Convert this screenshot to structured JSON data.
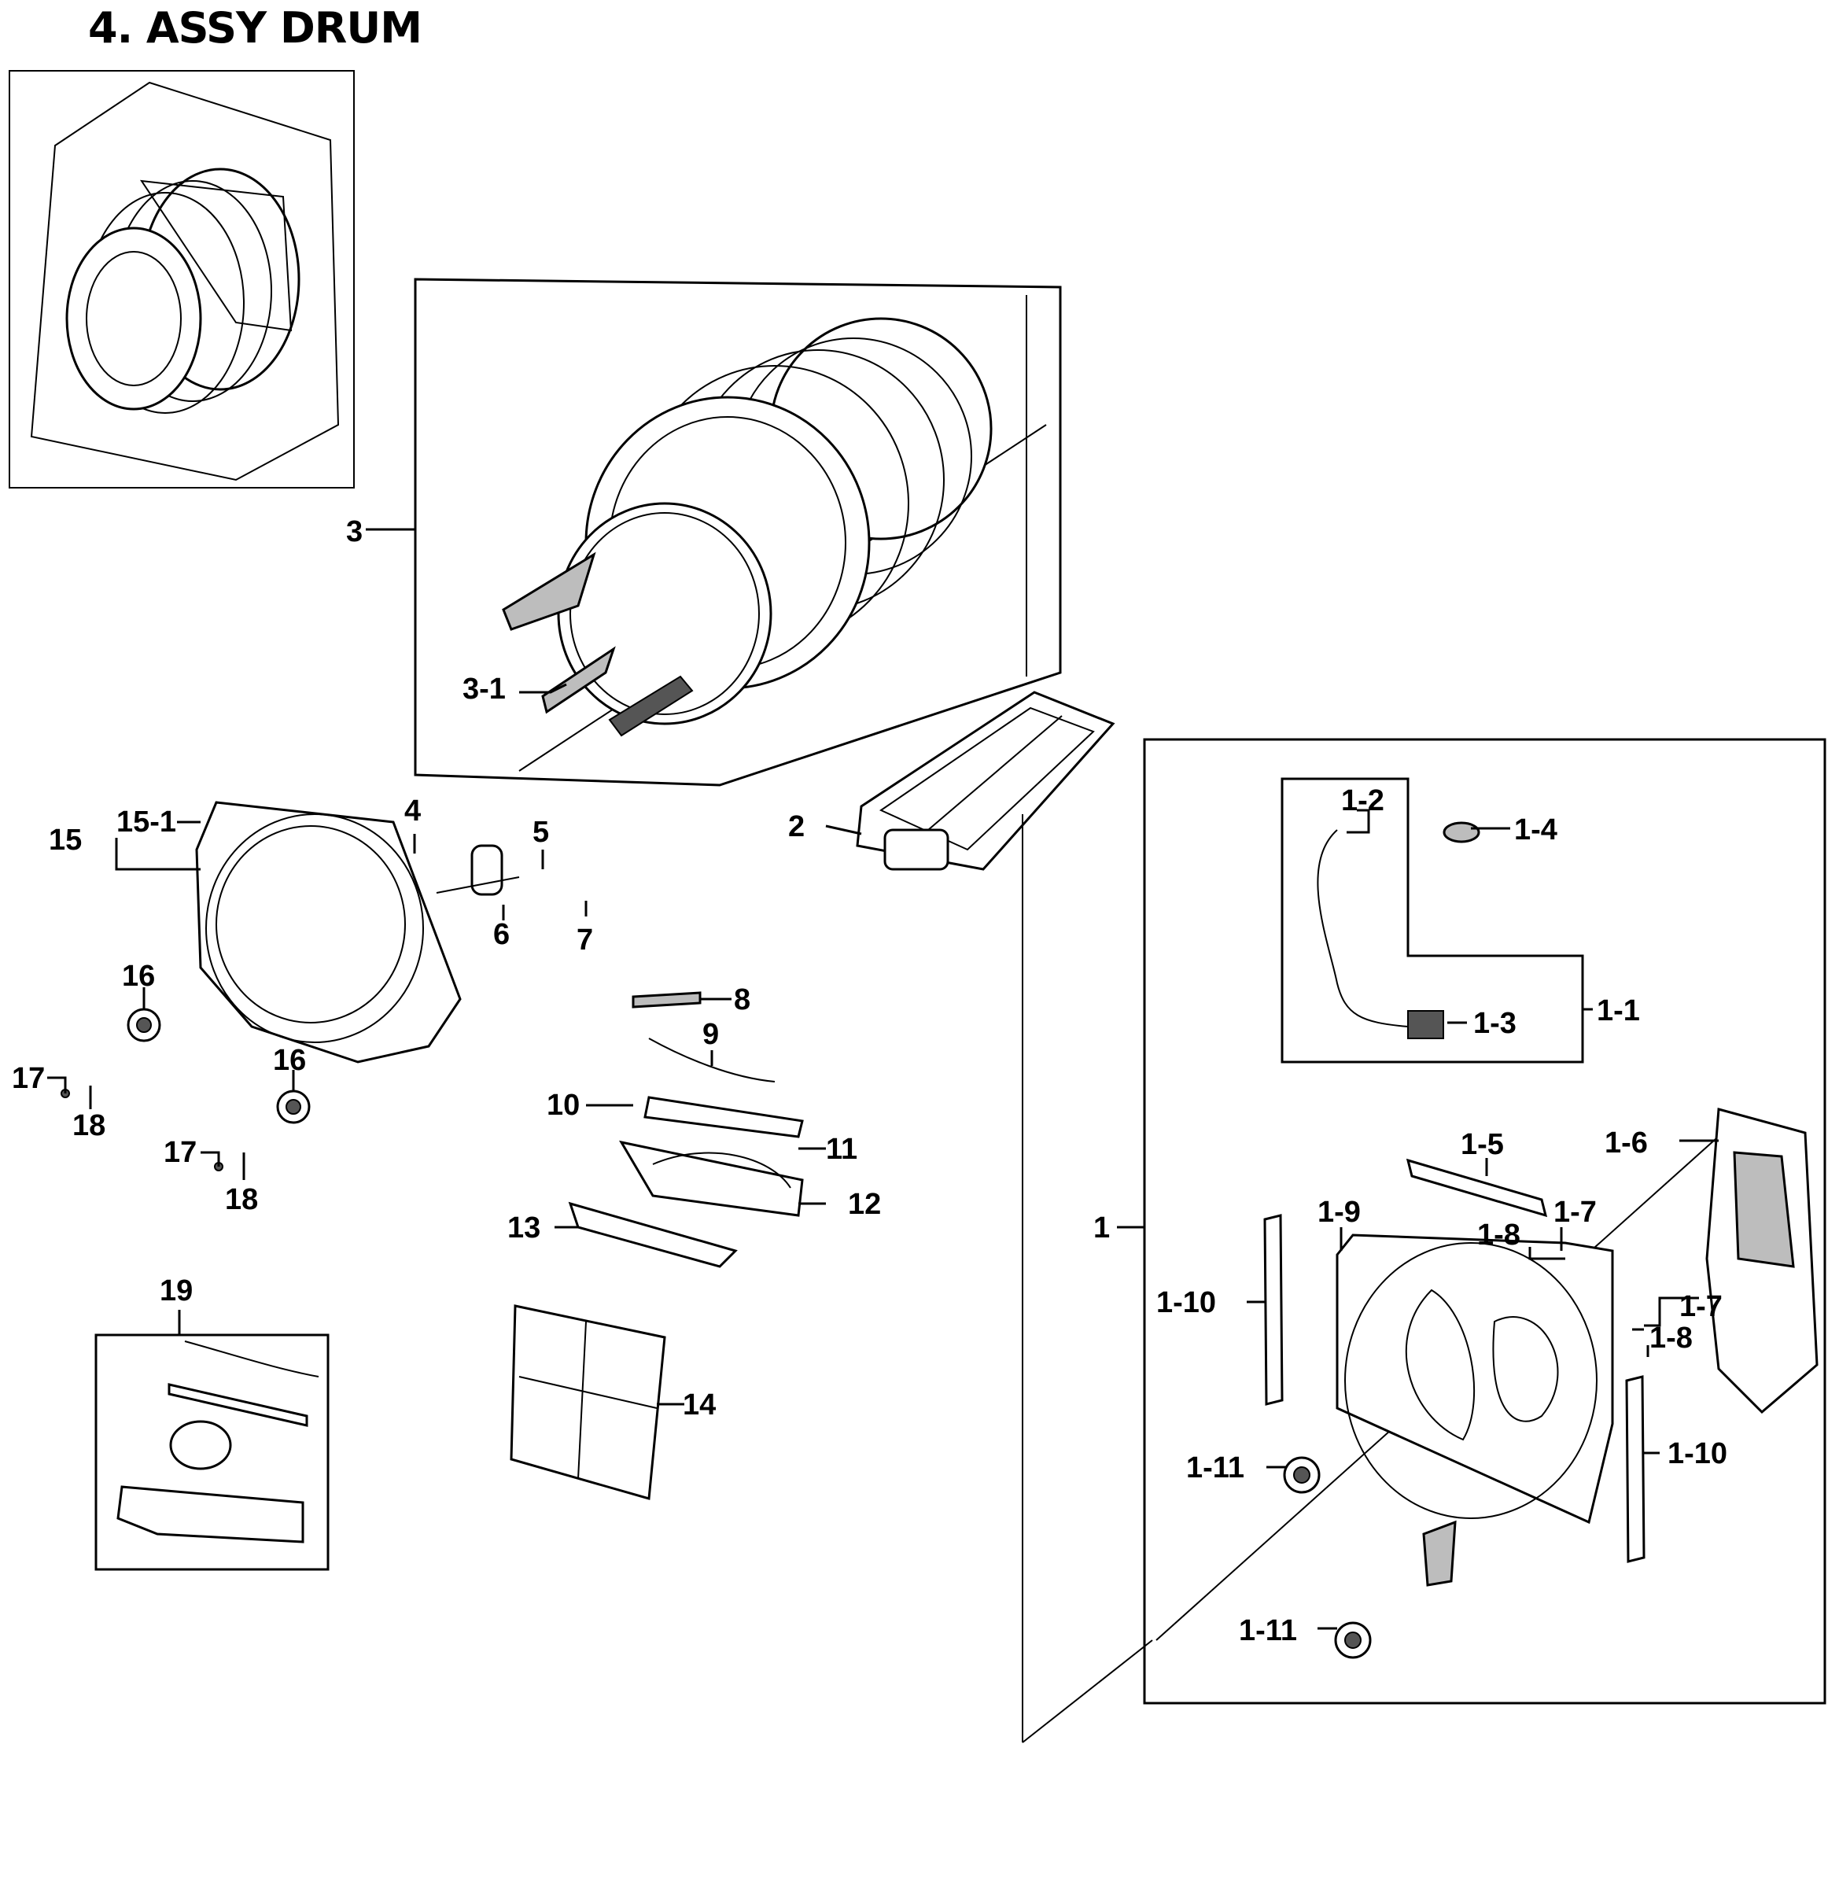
{
  "title": "4. ASSY DRUM",
  "callouts": {
    "c1": "1",
    "c1_1": "1-1",
    "c1_2": "1-2",
    "c1_3": "1-3",
    "c1_4": "1-4",
    "c1_5": "1-5",
    "c1_6": "1-6",
    "c1_7a": "1-7",
    "c1_7b": "1-7",
    "c1_8a": "1-8",
    "c1_8b": "1-8",
    "c1_9": "1-9",
    "c1_10a": "1-10",
    "c1_10b": "1-10",
    "c1_11a": "1-11",
    "c1_11b": "1-11",
    "c2": "2",
    "c3": "3",
    "c3_1": "3-1",
    "c4": "4",
    "c5": "5",
    "c6": "6",
    "c7": "7",
    "c8": "8",
    "c9": "9",
    "c10": "10",
    "c11": "11",
    "c12": "12",
    "c13": "13",
    "c14": "14",
    "c15": "15",
    "c15_1": "15-1",
    "c16a": "16",
    "c16b": "16",
    "c17a": "17",
    "c17b": "17",
    "c18a": "18",
    "c18b": "18",
    "c19": "19"
  }
}
